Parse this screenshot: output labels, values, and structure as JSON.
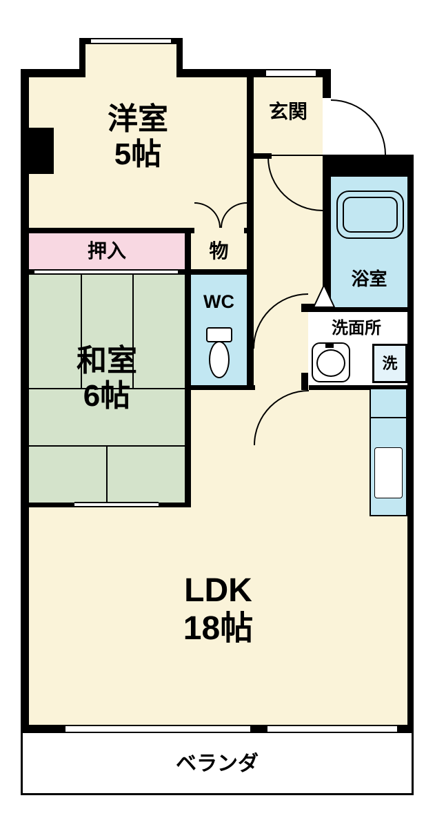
{
  "colors": {
    "wall": "#000000",
    "cream": "#faf3d9",
    "pink": "#f8d8e2",
    "green": "#d4e3cb",
    "blue": "#c2e7f2",
    "washer_blue": "#e4f3fa"
  },
  "rooms": {
    "western_room": {
      "name": "洋室",
      "size": "5帖"
    },
    "entrance": {
      "label": "玄関"
    },
    "closet": {
      "label": "押入"
    },
    "storage": {
      "label": "物"
    },
    "toilet": {
      "label": "WC"
    },
    "bathroom": {
      "label": "浴室"
    },
    "washroom": {
      "label": "洗面所"
    },
    "washing_machine": {
      "label": "洗"
    },
    "japanese_room": {
      "name": "和室",
      "size": "6帖"
    },
    "ldk": {
      "name": "LDK",
      "size": "18帖"
    },
    "veranda": {
      "label": "ベランダ"
    }
  },
  "icons": {
    "bathtub": "rounded double-outline rectangle",
    "toilet": "tank and oval bowl",
    "sink": "rounded square with oval basin",
    "kitchen_counter": "blue strip with inset sink",
    "door_swing": "quarter-circle arc",
    "folding_door": "triangle",
    "window": "double parallel lines",
    "sliding_door": "double parallel lines"
  }
}
